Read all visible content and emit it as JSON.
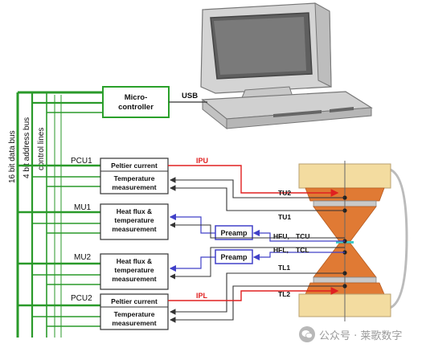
{
  "buses": {
    "data_bus": "16 bit data bus",
    "address_bus": "4 bit address bus",
    "control_lines": "control lines"
  },
  "usb_label": "USB",
  "microcontroller": {
    "line1": "Micro-",
    "line2": "controller"
  },
  "units": [
    {
      "id": "PCU1",
      "box_line1": "Peltier current",
      "box_line2": "Temperature",
      "box_line3": "measurement"
    },
    {
      "id": "MU1",
      "box_line1": "Heat flux &",
      "box_line2": "temperature",
      "box_line3": "measurement"
    },
    {
      "id": "MU2",
      "box_line1": "Heat flux &",
      "box_line2": "temperature",
      "box_line3": "measurement"
    },
    {
      "id": "PCU2",
      "box_line1": "Peltier current",
      "box_line2": "Temperature",
      "box_line3": "measurement"
    }
  ],
  "preamp_label": "Preamp",
  "signals": {
    "ipu": "IPU",
    "ipl": "IPL",
    "tu2": "TU2",
    "tu1": "TU1",
    "hfu": "HFU,",
    "tcu": "TCU",
    "hfl": "HFL,",
    "tcl": "TCL",
    "tl1": "TL1",
    "tl2": "TL2"
  },
  "watermark": "公众号 · 莱歌数字",
  "colors": {
    "bus_green": "#2a9a2a",
    "box_green": "#2aa02a",
    "current_red": "#e02020",
    "preamp_blue": "#4040c8",
    "sample_orange": "#e07a34",
    "cream": "#f3dca0",
    "monitor_gray": "#cfcfcf"
  }
}
